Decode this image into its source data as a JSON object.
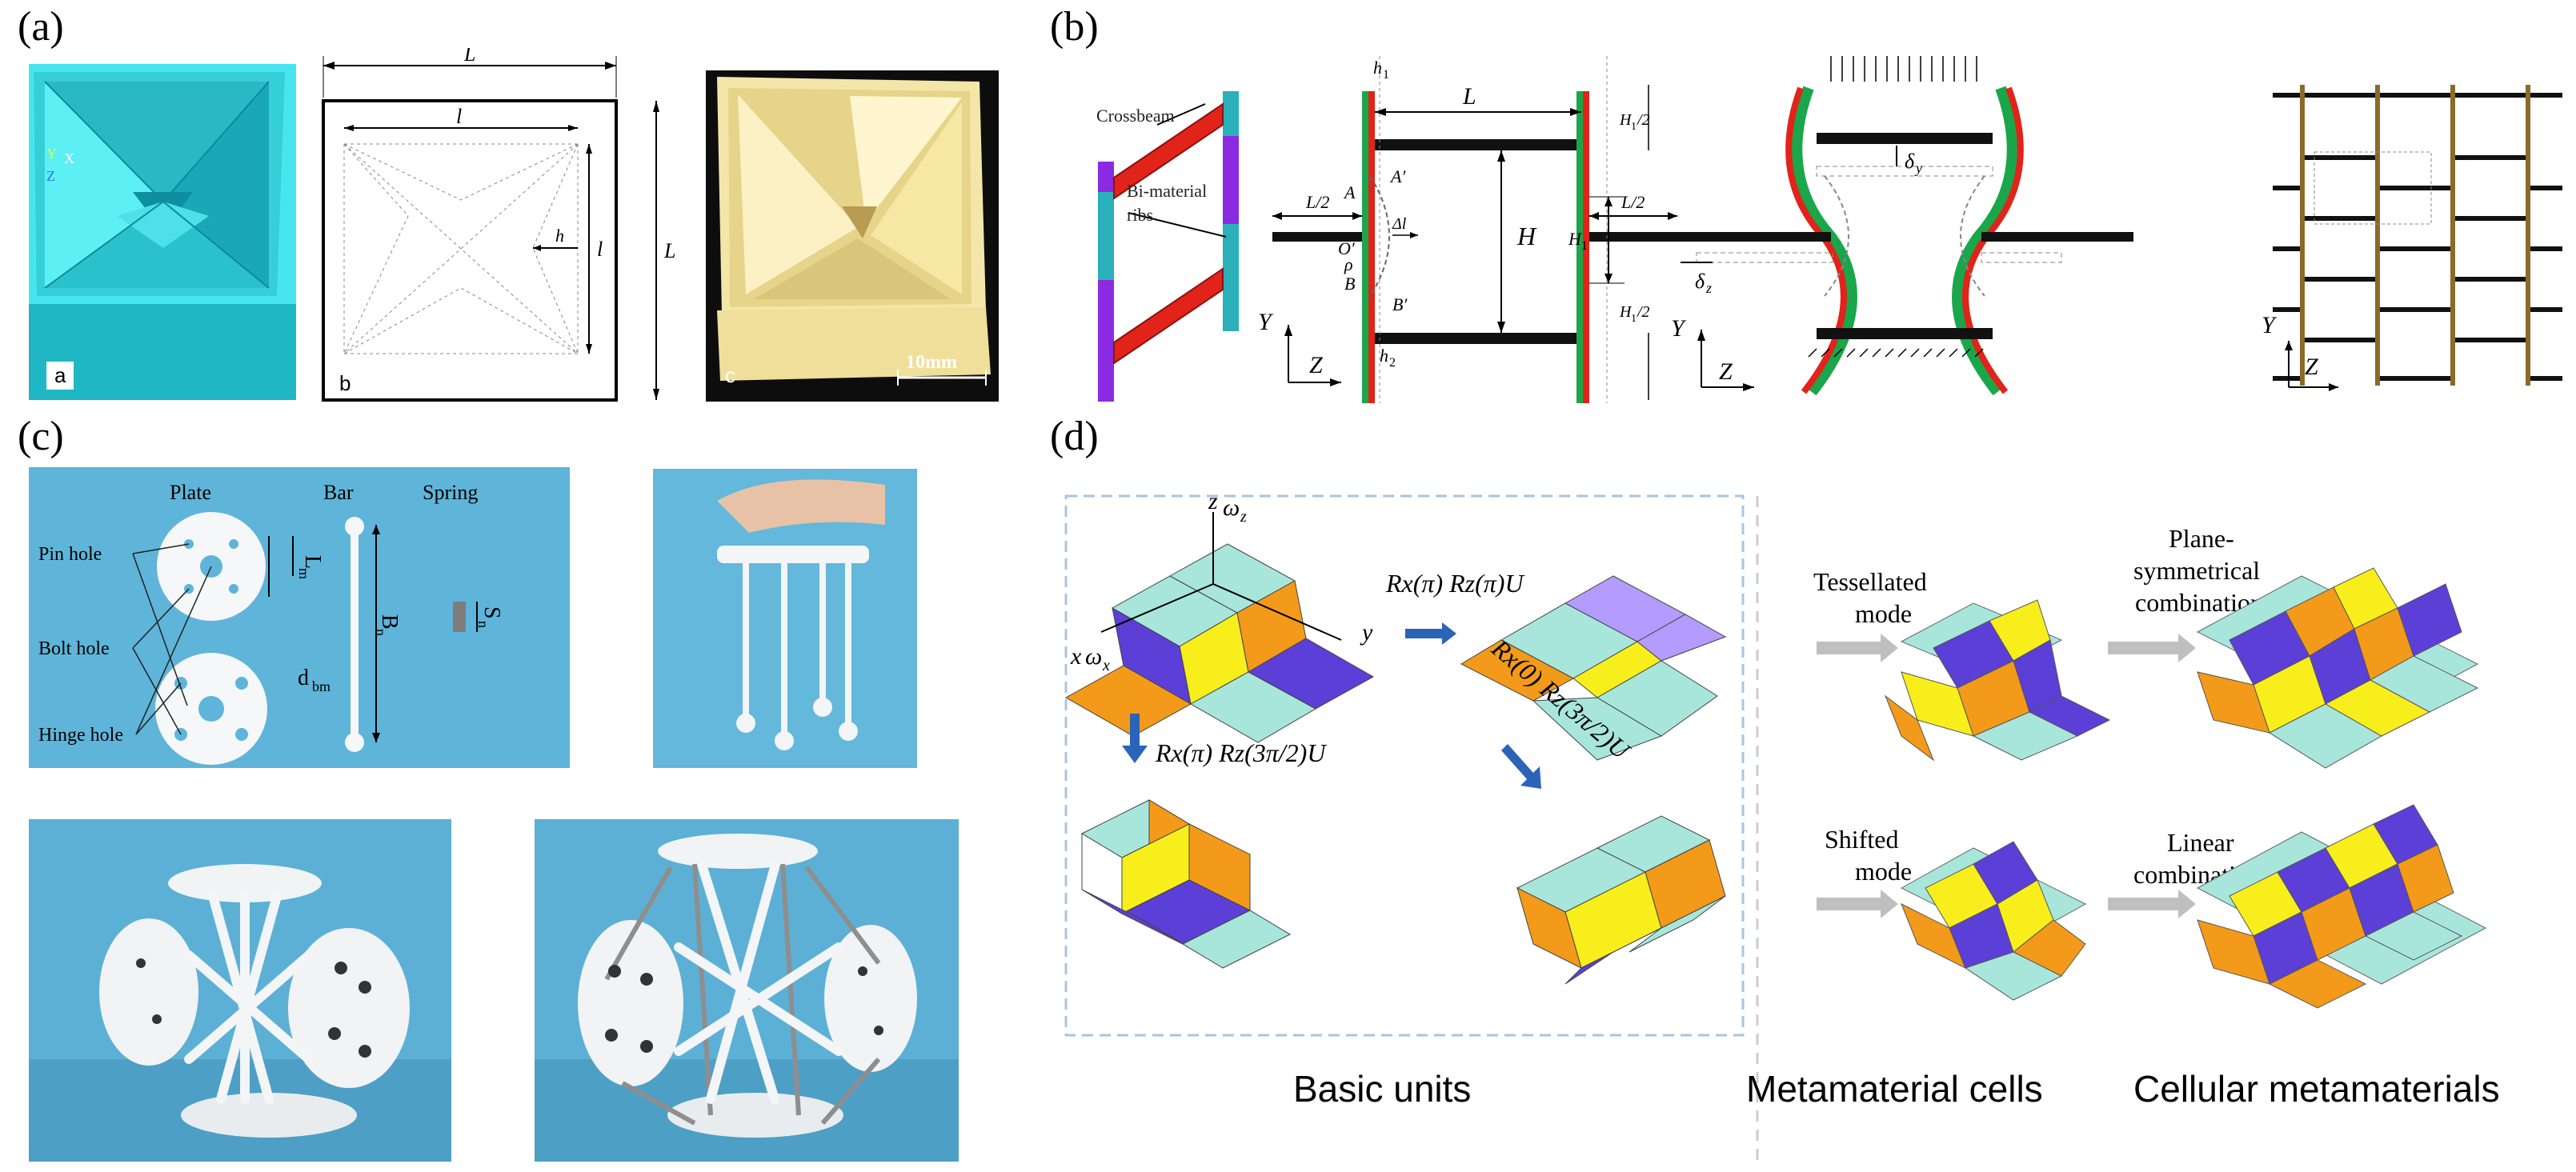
{
  "panels": {
    "a": {
      "letter": "(a)",
      "sub_a": "a",
      "sub_b": "b",
      "sub_c": "c",
      "dim_L_top": "L",
      "dim_l_inner": "l",
      "dim_h": "h",
      "dim_l_right": "l",
      "dim_L_right": "L",
      "scale_bar": "10mm",
      "axis_x": "X",
      "axis_y": "Y",
      "axis_z": "Z"
    },
    "b": {
      "letter": "(b)",
      "crossbeam": "Crossbeam",
      "bi_material_line1": "Bi-material",
      "bi_material_line2": "ribs",
      "h1": "h",
      "h1_sub": "1",
      "L": "L",
      "L_half_left": "L/2",
      "L_half_right": "L/2",
      "A": "A",
      "A_prime": "A′",
      "O_prime": "O′",
      "rho": "ρ",
      "delta_l": "Δl",
      "B": "B",
      "B_prime": "B′",
      "H": "H",
      "H1": "H",
      "H1_sub": "1",
      "H1_half_top": "H",
      "H1_half_top_sub": "1",
      "H1_half_top_suffix": "/2",
      "H1_half_bot": "H",
      "H1_half_bot_sub": "1",
      "H1_half_bot_suffix": "/2",
      "h2": "h",
      "h2_sub": "2",
      "delta_y": "δ",
      "delta_y_sub": "y",
      "delta_z": "δ",
      "delta_z_sub": "z",
      "axis_Y": "Y",
      "axis_Z": "Z"
    },
    "c": {
      "letter": "(c)",
      "plate": "Plate",
      "bar": "Bar",
      "spring": "Spring",
      "pin_hole": "Pin hole",
      "bolt_hole": "Bolt hole",
      "hinge_hole": "Hinge hole",
      "L_label": "L",
      "L_sub": "m",
      "B_label": "B",
      "B_sub": "n",
      "S_label": "S",
      "S_sub": "n",
      "d_label": "d",
      "d_sub": "bm"
    },
    "d": {
      "letter": "(d)",
      "axis_z": "z",
      "axis_omega_z": "ω",
      "axis_omega_z_sub": "z",
      "axis_x": "x",
      "axis_omega_x": "ω",
      "axis_omega_x_sub": "x",
      "axis_y": "y",
      "transform_1": "Rx(π) Rz(π)U",
      "transform_2": "Rx(π) Rz(3π/2)U",
      "transform_3": "Rx(0) Rz(3π/2)U",
      "tessellated_line1": "Tessellated",
      "tessellated_line2": "mode",
      "shifted_line1": "Shifted",
      "shifted_line2": "mode",
      "plane_sym_line1": "Plane-",
      "plane_sym_line2": "symmetrical",
      "plane_sym_line3": "combination",
      "linear_line1": "Linear",
      "linear_line2": "combination",
      "caption_basic": "Basic units",
      "caption_cells": "Metamaterial cells",
      "caption_cellular": "Cellular metamaterials"
    }
  },
  "colors": {
    "cyan_model": "#2ee6ee",
    "photo_bg_blue": "#5eb3d8",
    "orange": "#f39a1a",
    "purple": "#5b3fd6",
    "yellow": "#f8ee1c",
    "mint": "#a8e6dc",
    "red_rib": "#e2231a",
    "green_rib": "#1aa64a",
    "magenta_rib": "#8a2be2",
    "teal_rib": "#2ab0b8",
    "arrow_blue": "#2b63b8",
    "arrow_gray": "#bfbfbf"
  }
}
